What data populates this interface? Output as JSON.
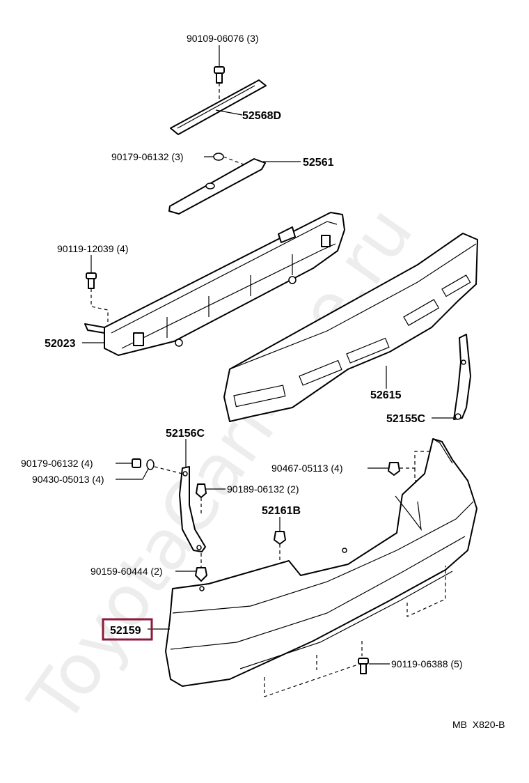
{
  "watermark": "ToyotaCarMine.ru",
  "footer_code": "MB  X820-B",
  "highlight_color": "#8b1a3a",
  "labels": {
    "bolt_top": "90109-06076 (3)",
    "p52568D": "52568D",
    "nut_90179_top": "90179-06132 (3)",
    "p52561": "52561",
    "bolt_90119_12039": "90119-12039 (4)",
    "p52023": "52023",
    "p52615": "52615",
    "p52155C": "52155C",
    "p52156C": "52156C",
    "nut_90179_mid": "90179-06132 (4)",
    "washer_90430": "90430-05013 (4)",
    "clip_90467": "90467-05113 (4)",
    "clip_90189": "90189-06132 (2)",
    "p52161B": "52161B",
    "clip_90159": "90159-60444 (2)",
    "p52159": "52159",
    "bolt_90119_06388": "90119-06388 (5)"
  }
}
